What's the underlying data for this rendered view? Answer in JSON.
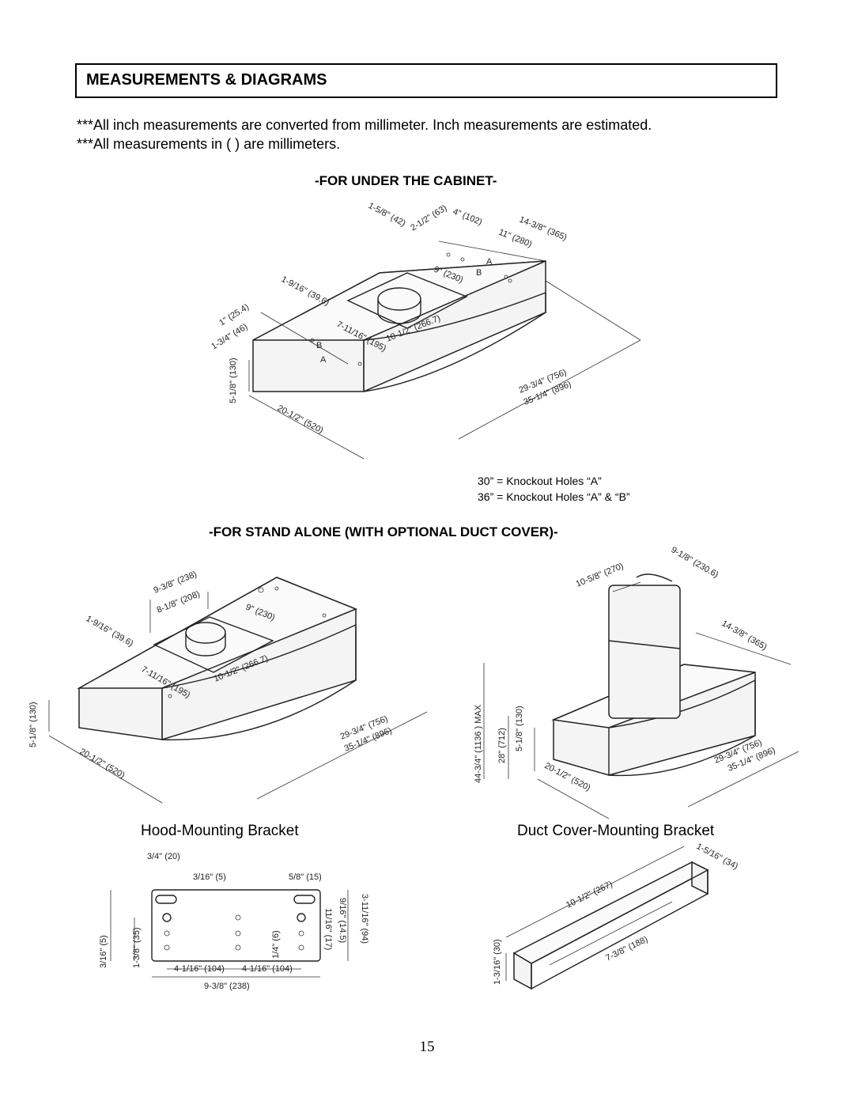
{
  "header": {
    "title": "MEASUREMENTS & DIAGRAMS"
  },
  "notes": [
    "***All inch measurements are converted from millimeter.  Inch measurements are estimated.",
    "***All measurements in ( ) are millimeters."
  ],
  "under_cabinet": {
    "title": "-FOR UNDER THE CABINET-",
    "dims": {
      "d1": "1-5/8\" (42)",
      "d2": "2-1/2\" (63)",
      "d3": "4\" (102)",
      "d4": "11\" (280)",
      "d5": "14-3/8\" (365)",
      "d6": "9\" (230)",
      "d7": "1-9/16\" (39.6)",
      "d8": "1\" (25.4)",
      "d9": "1-3/4\" (46)",
      "d10": "7-11/16\" (195)",
      "d11": "10-1/2\" (266.7)",
      "d12": "5-1/8\" (130)",
      "d13": "20-1/2\" (520)",
      "d14": "29-3/4\" (756)",
      "d15": "35-1/4\" (896)",
      "label_a": "A",
      "label_b": "B"
    },
    "knockout_notes": [
      "30” = Knockout Holes “A”",
      "36” = Knockout Holes “A” & “B”"
    ]
  },
  "stand_alone": {
    "title": "-FOR STAND ALONE (WITH OPTIONAL DUCT COVER)-",
    "dims": {
      "d1": "9-3/8\" (238)",
      "d2": "8-1/8\" (208)",
      "d3": "9\" (230)",
      "d4": "1-9/16\" (39.6)",
      "d5": "7-11/16\" (195)",
      "d6": "10-1/2\" (266.7)",
      "d7": "5-1/8\" (130)",
      "d8": "20-1/2\" (520)",
      "d9": "29-3/4\" (756)",
      "d10": "35-1/4\" (896)"
    },
    "duct_dims": {
      "d1": "10-5/8\" (270)",
      "d2": "9-1/8\" (230.6)",
      "d3": "14-3/8\" (365)",
      "d4": "44-3/4\" (1136 ) MAX",
      "d5": "28\" (712)",
      "d6": "5-1/8\" (130)",
      "d7": "20-1/2\" (520)",
      "d8": "29-3/4\" (756)",
      "d9": "35-1/4\" (896)"
    }
  },
  "hood_bracket": {
    "title": "Hood-Mounting Bracket",
    "dims": {
      "d1": "3/4\" (20)",
      "d2": "3/16\" (5)",
      "d3": "5/8\" (15)",
      "d4": "3-11/16\" (94)",
      "d5": "9/16\" (14.5)",
      "d6": "11/16\" (17)",
      "d7": "1/4\" (6)",
      "d8": "3/16\" (5)",
      "d9": "1-3/8\" (35)",
      "d10": "4-1/16\" (104)",
      "d11": "4-1/16\" (104)",
      "d12": "9-3/8\" (238)"
    }
  },
  "duct_bracket": {
    "title": "Duct Cover-Mounting Bracket",
    "dims": {
      "d1": "1-5/16\" (34)",
      "d2": "10-1/2\" (267)",
      "d3": "7-3/8\" (188)",
      "d4": "1-3/16\" (30)"
    }
  },
  "page_number": "15"
}
